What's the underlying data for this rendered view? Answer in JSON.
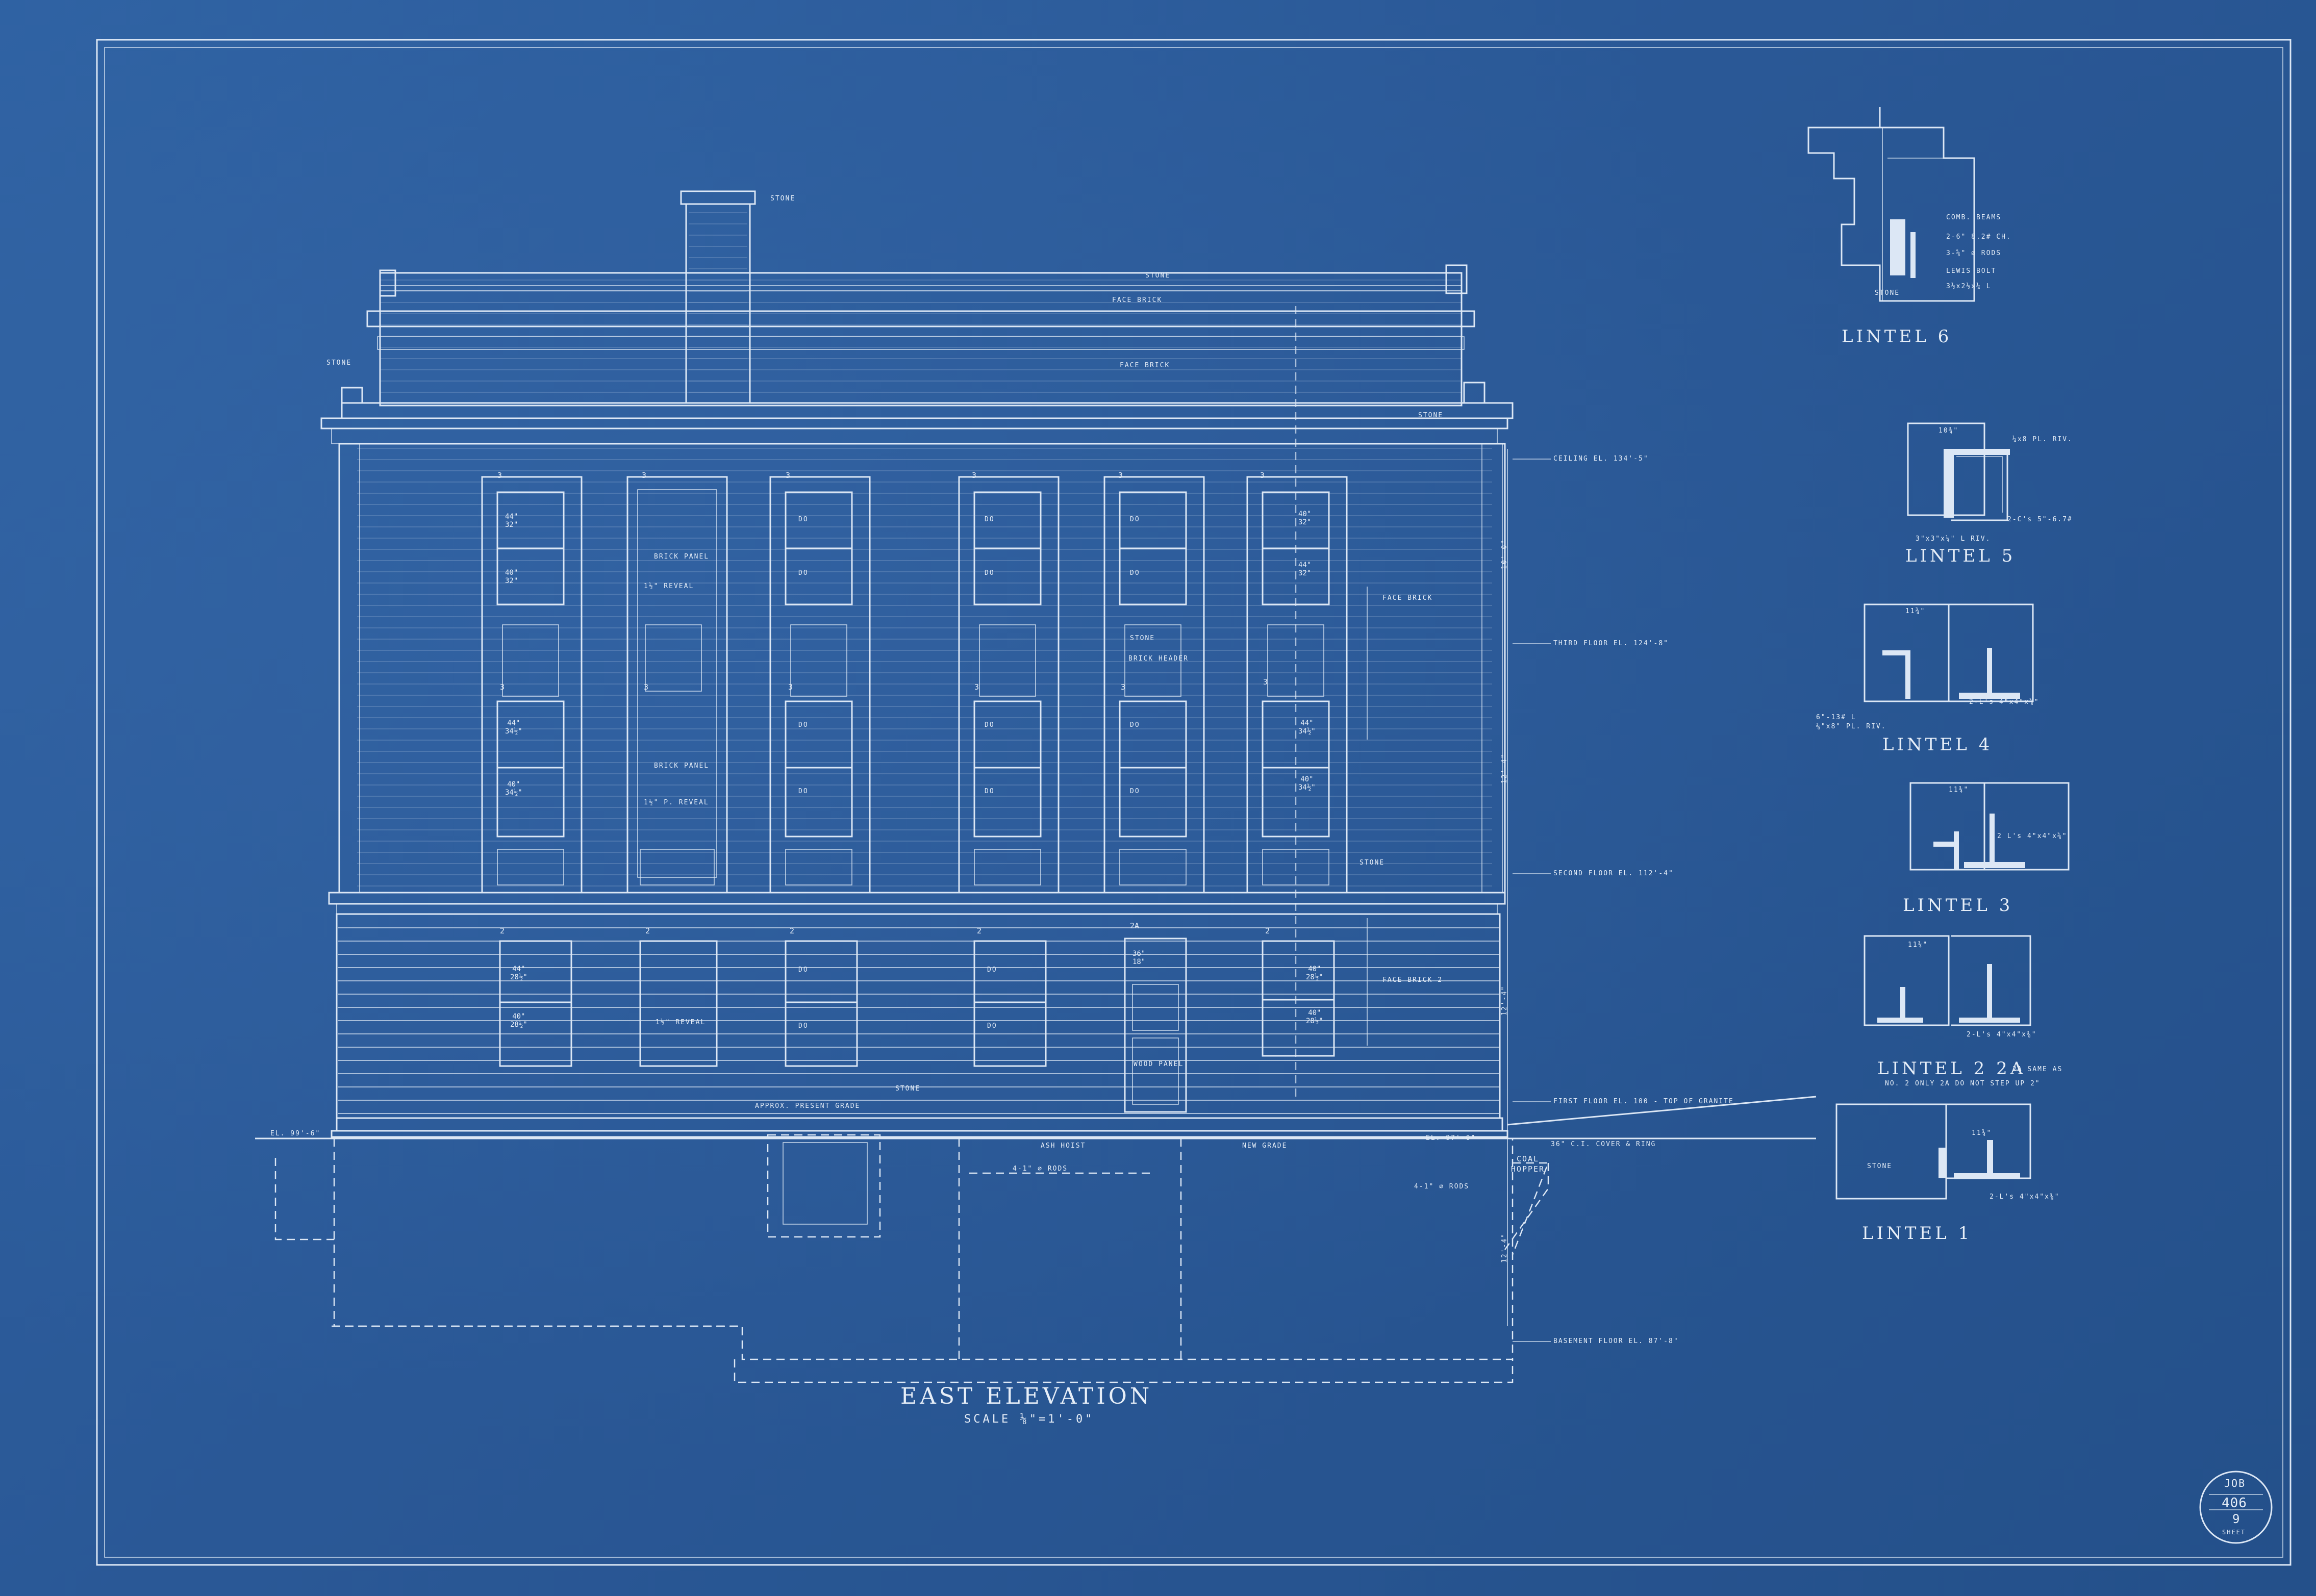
{
  "drawing": {
    "title": "EAST ELEVATION",
    "scale": "SCALE ⅛\"=1'-0\""
  },
  "title_block": {
    "job_label": "JOB",
    "job_number": "406",
    "sheet_number": "9",
    "sheet_label": "SHEET"
  },
  "material_labels": {
    "stone": "STONE",
    "face_brick": "FACE BRICK",
    "face_brick_2": "FACE BRICK 2",
    "brick_panel": "BRICK PANEL",
    "brick_header": "BRICK HEADER",
    "reveal_1": "1½\" REVEAL",
    "reveal_2": "1½\" P. REVEAL",
    "wood_panel": "WOOD PANEL",
    "do": "DO"
  },
  "floor_levels": {
    "ceiling": "CEILING EL. 134'-5\"",
    "third": "THIRD FLOOR EL. 124'-8\"",
    "second": "SECOND FLOOR EL. 112'-4\"",
    "first": "FIRST FLOOR EL. 100 - TOP OF GRANITE",
    "basement": "BASEMENT FLOOR EL. 87'-8\"",
    "el_left": "EL. 99'-6\"",
    "el_right": "EL. 97'-0\""
  },
  "grade_labels": {
    "present_grade": "APPROX. PRESENT GRADE",
    "new_grade": "NEW GRADE",
    "ash_hoist": "ASH HOIST",
    "rods": "4-1\" ⌀ RODS",
    "coal_hopper": "COAL HOPPER",
    "cover_ring": "36\" C.I. COVER & RING"
  },
  "window_sizes": {
    "w44_32": "44\"\n32\"",
    "w40_32": "40\"\n32\"",
    "w44_34": "44\"\n34½\"",
    "w40_34": "40\"\n34½\"",
    "w44_28": "44\"\n28½\"",
    "w40_28": "40\"\n28½\"",
    "door": "36\"\n18\""
  },
  "window_tags": {
    "third": "3",
    "second": "2",
    "second_a": "2A"
  },
  "lintels": {
    "l6_title": "LINTEL 6",
    "l6_notes": [
      "COMB. BEAMS",
      "2-6\" 8.2# CH.",
      "3-⅝\" ⌀ RODS",
      "LEWIS BOLT",
      "3½x2½x¼ L"
    ],
    "l6_stone": "STONE",
    "l5_title": "LINTEL 5",
    "l5_dim": "10¾\"",
    "l5_note1": "¼x8 PL. RIV.",
    "l5_note2": "2-C's 5\"-6.7#",
    "l5_note3": "3\"x3\"x¼\" L RIV.",
    "l4_title": "LINTEL 4",
    "l4_dim": "11¾\"",
    "l4_note1": "6\"-13# L",
    "l4_note2": "⅜\"x8\" PL. RIV.",
    "l4_note3": "2-L's 4\"x4\"x⅜\"",
    "l3_title": "LINTEL 3",
    "l3_dim": "11¾\"",
    "l3_note": "2 L's 4\"x4\"x⅜\"",
    "l2_title": "LINTEL 2 2A",
    "l2_note": "2A SAME AS",
    "l2_note2": "NO. 2 ONLY 2A DO NOT STEP UP 2\"",
    "l2_dim": "11¾\"",
    "l2_angles": "2-L's 4\"x4\"x⅜\"",
    "l1_title": "LINTEL 1",
    "l1_dim": "11¾\"",
    "l1_stone": "STONE",
    "l1_angles": "2-L's 4\"x4\"x⅜\""
  },
  "dimensions": {
    "d1": "10'-0\"",
    "d2": "12'-4\"",
    "d3": "12'-4\"",
    "d4": "12'-4\""
  }
}
